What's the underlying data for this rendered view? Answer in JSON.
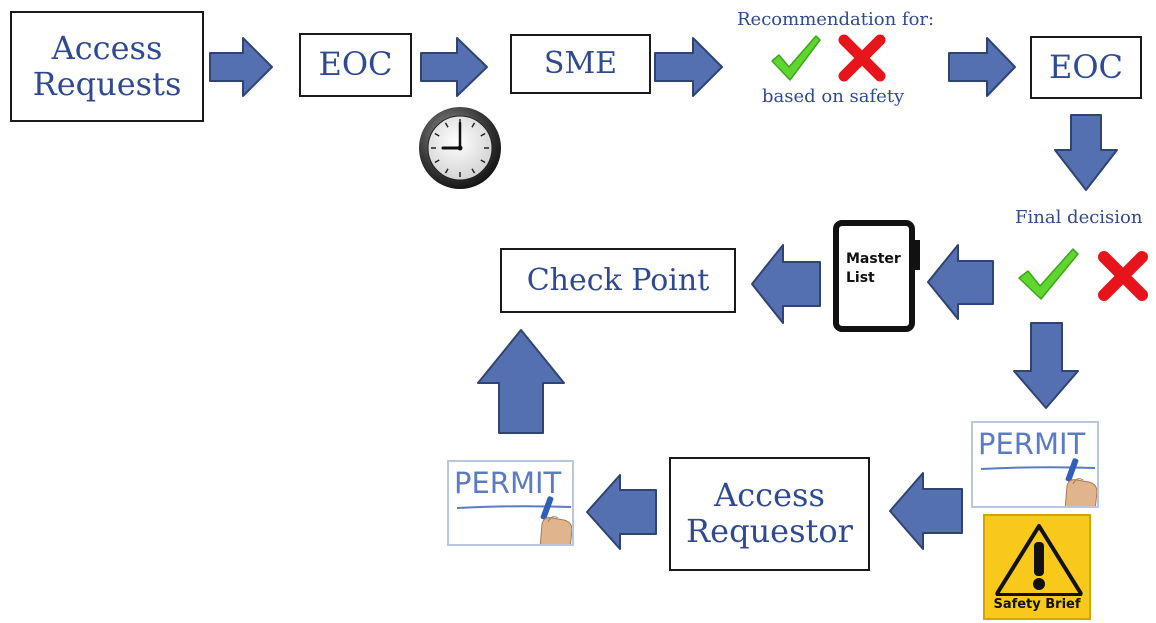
{
  "boxes": {
    "access_requests": {
      "line1": "Access",
      "line2": "Requests"
    },
    "eoc_first": "EOC",
    "sme": "SME",
    "eoc_second": "EOC",
    "check_point": "Check Point",
    "access_requestor": {
      "line1": "Access",
      "line2": "Requestor"
    }
  },
  "notes": {
    "recommendation": "Recommendation for:",
    "based_on_safety": "based on safety",
    "final_decision": "Final decision"
  },
  "master_list": {
    "line1": "Master",
    "line2": "List"
  },
  "permit_label": "PERMIT",
  "safety_brief_label": "Safety Brief",
  "colors": {
    "arrow_fill": "#5470b0",
    "arrow_stroke": "#2f4470",
    "box_text": "#2f4a92",
    "check": "#5ed62e",
    "cross": "#e8141c",
    "permit_text": "#5a7cc4",
    "safety_bg": "#f8c91a"
  },
  "icons": [
    "clock-icon",
    "check-icon",
    "cross-icon",
    "clipboard-icon",
    "permit-icon",
    "hand-icon",
    "warning-icon"
  ]
}
